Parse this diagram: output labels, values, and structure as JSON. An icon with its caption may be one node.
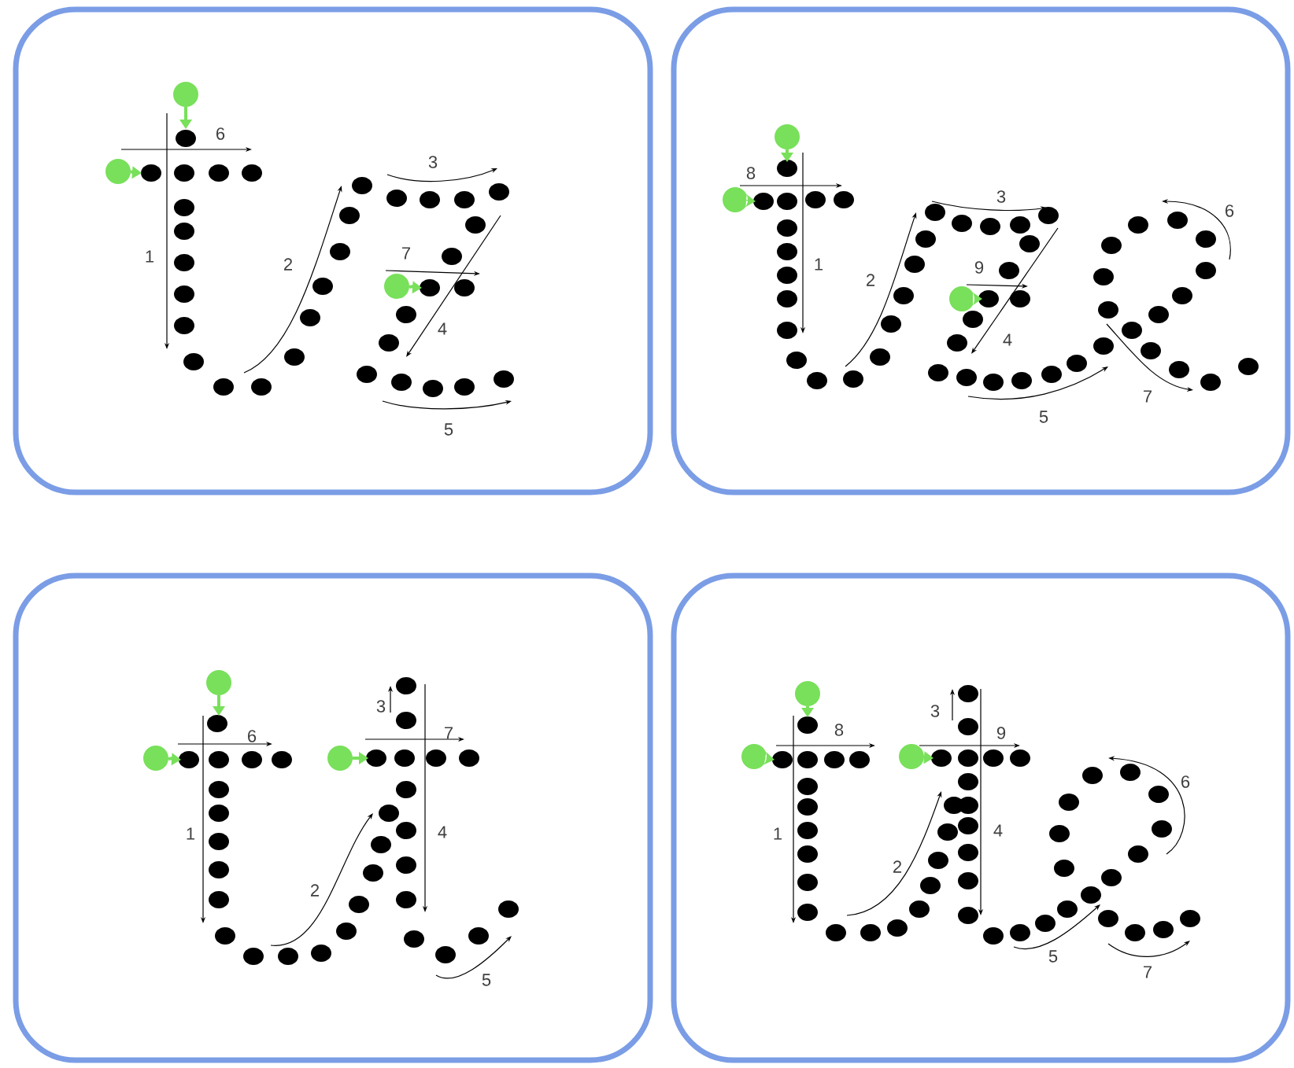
{
  "diagram": {
    "labels": [
      "6",
      "3",
      "1",
      "2",
      "7",
      "4",
      "5",
      "8",
      "3",
      "6",
      "1",
      "9",
      "2",
      "4",
      "7",
      "5",
      "3",
      "6",
      "7",
      "1",
      "4",
      "2",
      "5",
      "3",
      "8",
      "9",
      "6",
      "1",
      "4",
      "2",
      "5",
      "7"
    ]
  }
}
